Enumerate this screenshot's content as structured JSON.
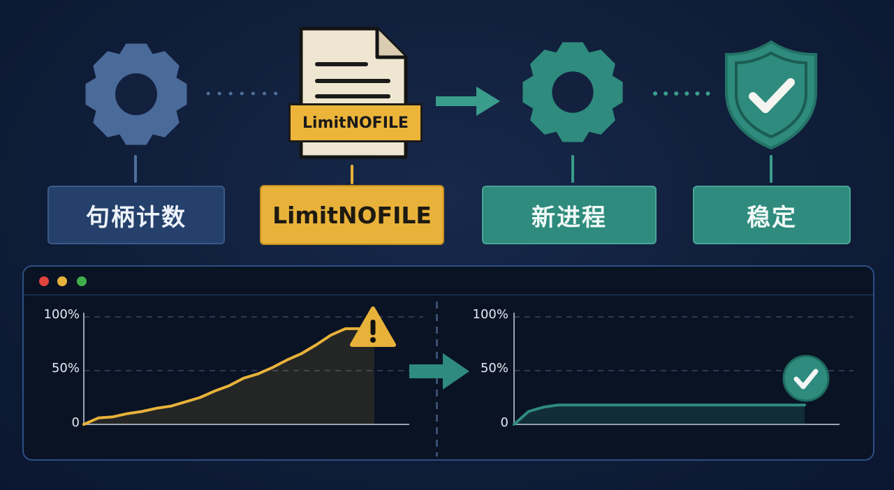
{
  "flow": {
    "step1_label": "句柄计数",
    "step2_label": "LimitNOFILE",
    "file_tag": "LimitNOFILE",
    "step3_label": "新进程",
    "step4_label": "稳定"
  },
  "colors": {
    "blue": "#4a6a9a",
    "amber": "#e8b23a",
    "teal": "#2e8b7d",
    "panel_border": "#2c4f86"
  },
  "icons": [
    "gear-icon",
    "config-file-icon",
    "arrow-right-icon",
    "gear-icon",
    "shield-check-icon",
    "warning-icon",
    "check-circle-icon"
  ],
  "window": {
    "controls": [
      "close",
      "minimize",
      "maximize"
    ]
  },
  "chart_data": [
    {
      "type": "area",
      "y_ticks": [
        "100%",
        "50%",
        "0"
      ],
      "ylim": [
        0,
        100
      ],
      "grid": true,
      "color": "#e8b23a",
      "x": [
        0,
        5,
        10,
        15,
        20,
        25,
        30,
        35,
        40,
        45,
        50,
        55,
        60,
        65,
        70,
        75,
        80,
        85,
        90,
        95,
        100
      ],
      "values": [
        0,
        6,
        7,
        10,
        12,
        15,
        17,
        21,
        25,
        31,
        36,
        43,
        47,
        53,
        60,
        66,
        74,
        83,
        89,
        89,
        89
      ],
      "annotation": "warning"
    },
    {
      "type": "area",
      "y_ticks": [
        "100%",
        "50%",
        "0"
      ],
      "ylim": [
        0,
        100
      ],
      "grid": true,
      "color": "#2e8b7d",
      "x": [
        0,
        5,
        10,
        15,
        20,
        25,
        30,
        35,
        40,
        45,
        50,
        55,
        60,
        65,
        70,
        75,
        80,
        85,
        90,
        95,
        100
      ],
      "values": [
        0,
        12,
        16,
        18,
        18,
        18,
        18,
        18,
        18,
        18,
        18,
        18,
        18,
        18,
        18,
        18,
        18,
        18,
        18,
        18,
        18
      ],
      "annotation": "check"
    }
  ]
}
